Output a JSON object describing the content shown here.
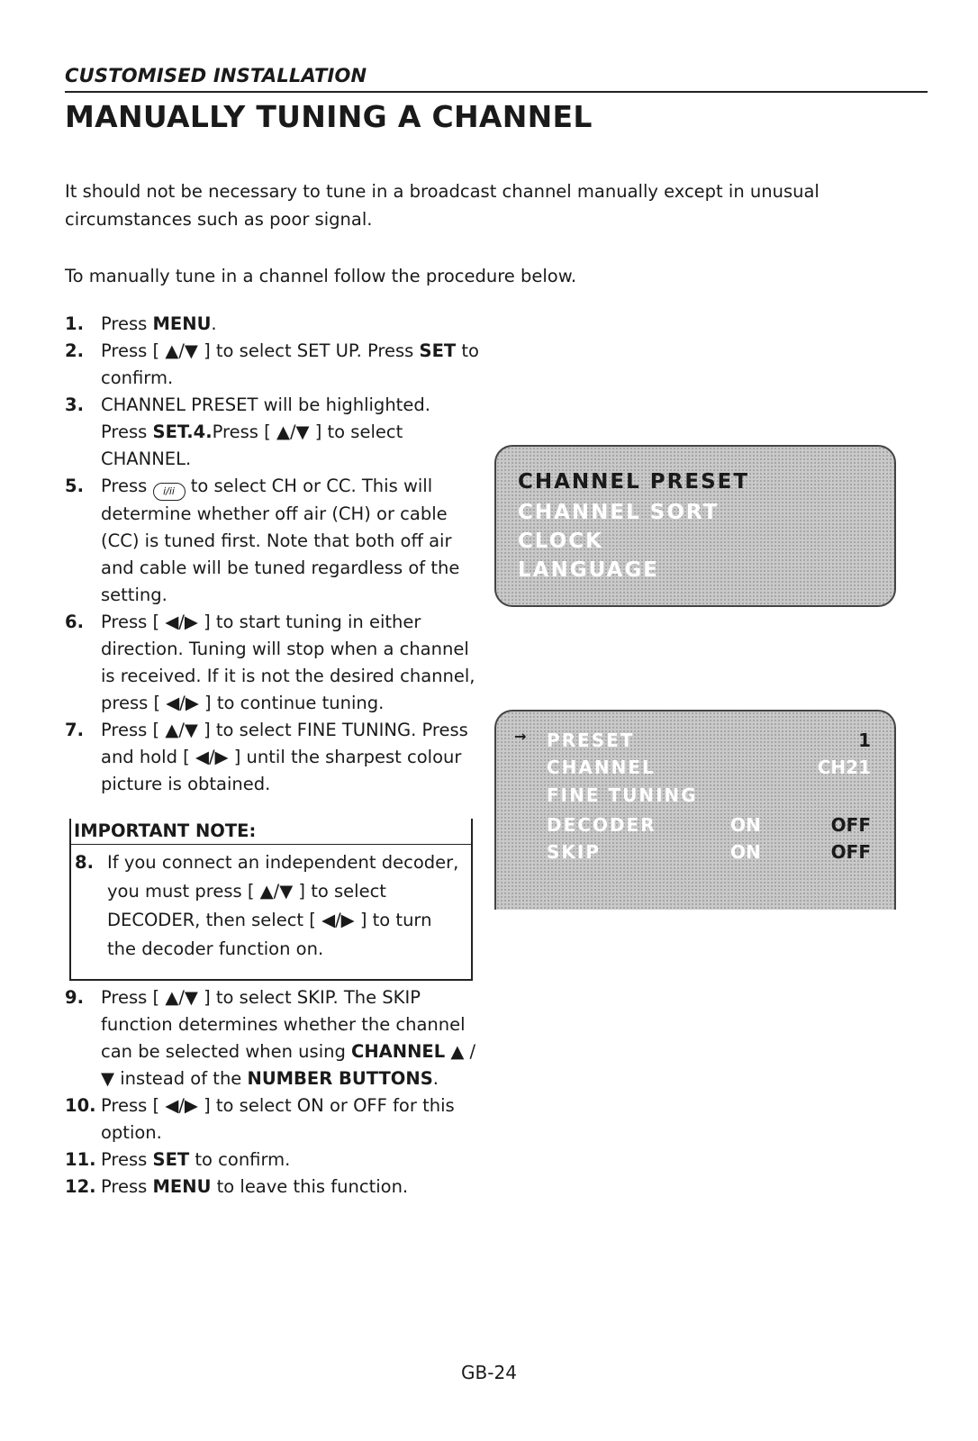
{
  "header": {
    "section": "CUSTOMISED INSTALLATION",
    "title": "MANUALLY TUNING A CHANNEL"
  },
  "intro": "It should not be necessary to tune in a broadcast channel manually except in unusual circumstances such as poor signal.",
  "intro2": "To manually tune in a channel follow the procedure below.",
  "steps": {
    "s1": {
      "num": "1.",
      "pre": "Press ",
      "b1": "MENU",
      "post": "."
    },
    "s2": {
      "num": "2.",
      "pre": "Press [ ▲/▼ ] to select SET UP.  Press ",
      "b1": "SET",
      "post": " to confirm."
    },
    "s3": {
      "num": "3.",
      "l1": "CHANNEL PRESET will be highlighted.",
      "pre2": "Press ",
      "b1": "SET.4.",
      "post2": "Press [ ▲/▼ ] to select CHANNEL."
    },
    "s5": {
      "num": "5.",
      "pre": "Press",
      "icon": "i/ii",
      "post": " to select CH or CC. This will determine whether off air (CH) or cable (CC) is tuned first. Note that both off air and cable will be tuned regardless of the setting."
    },
    "s6": {
      "num": "6.",
      "text": "Press [ ◀/▶ ] to start tuning in either direction. Tuning will stop when a channel is received.  If it is not the desired channel, press [ ◀/▶ ] to continue tuning."
    },
    "s7": {
      "num": "7.",
      "text": "Press [ ▲/▼ ] to select FINE TUNING. Press and hold [ ◀/▶ ] until the sharpest colour picture is obtained."
    }
  },
  "note": {
    "head": "IMPORTANT NOTE:",
    "num": "8.",
    "text": "If you connect an independent decoder, you must press [ ▲/▼ ] to select DECODER, then select  [ ◀/▶ ] to turn the decoder function on."
  },
  "steps2": {
    "s9": {
      "num": "9.",
      "pre": "Press [ ▲/▼ ] to select SKIP. The SKIP function determines whether the channel can be selected when using ",
      "b1": "CHANNEL",
      "mid": "  ▲ / ▼  instead of the ",
      "b2": "NUMBER BUTTONS",
      "post": "."
    },
    "s10": {
      "num": "10.",
      "text": "Press [ ◀/▶ ] to select ON or OFF for this option."
    },
    "s11": {
      "num": "11.",
      "pre": "Press ",
      "b1": "SET",
      "post": " to confirm."
    },
    "s12": {
      "num": "12.",
      "pre": "Press ",
      "b1": "MENU",
      "post": " to leave this function."
    }
  },
  "osd1": {
    "items": [
      "CHANNEL PRESET",
      "CHANNEL SORT",
      "CLOCK",
      "LANGUAGE"
    ]
  },
  "osd2": {
    "arrow": "→",
    "rows": [
      {
        "label": "PRESET",
        "mid": "",
        "value": "1"
      },
      {
        "label": "CHANNEL",
        "mid": "",
        "value": "CH21"
      },
      {
        "label": "FINE TUNING",
        "mid": "",
        "value": ""
      },
      {
        "label": "DECODER",
        "mid": "ON",
        "value": "OFF"
      },
      {
        "label": "SKIP",
        "mid": "ON",
        "value": "OFF"
      }
    ]
  },
  "page_number": "GB-24"
}
